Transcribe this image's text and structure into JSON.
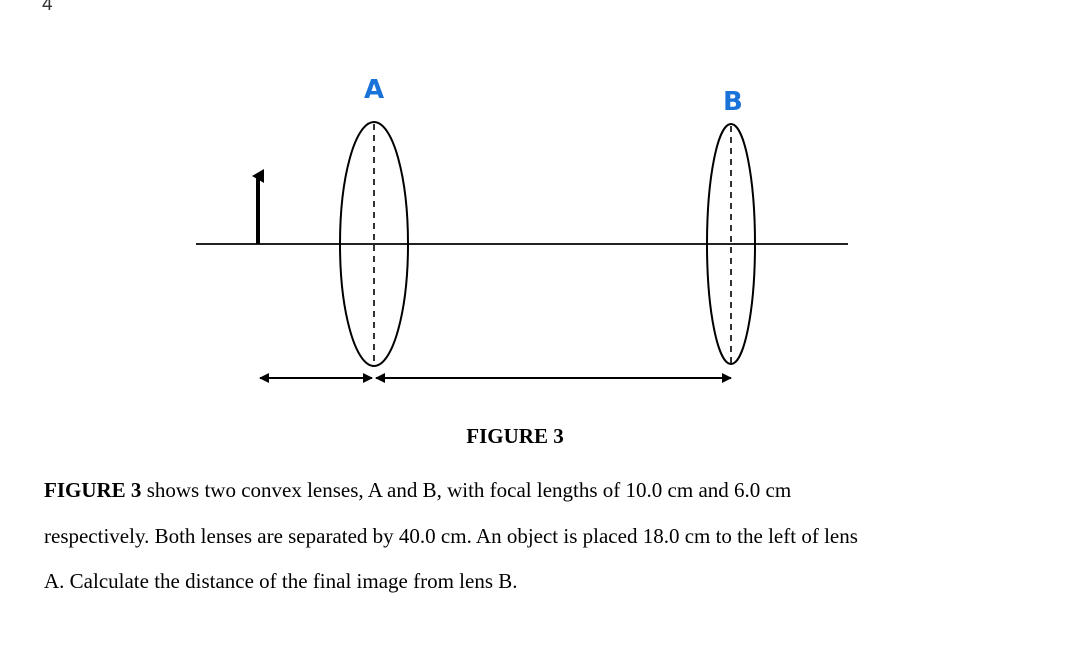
{
  "page_number": "4",
  "figure": {
    "lens_a_label": "A",
    "lens_b_label": "B",
    "caption": "FIGURE 3"
  },
  "question": {
    "lead": "FIGURE 3",
    "text": " shows two convex lenses, A and B, with focal lengths of 10.0 cm and 6.0 cm respectively. Both lenses are separated by 40.0 cm. An object is placed 18.0 cm to the left of lens A. Calculate the distance of the final image from lens B."
  }
}
